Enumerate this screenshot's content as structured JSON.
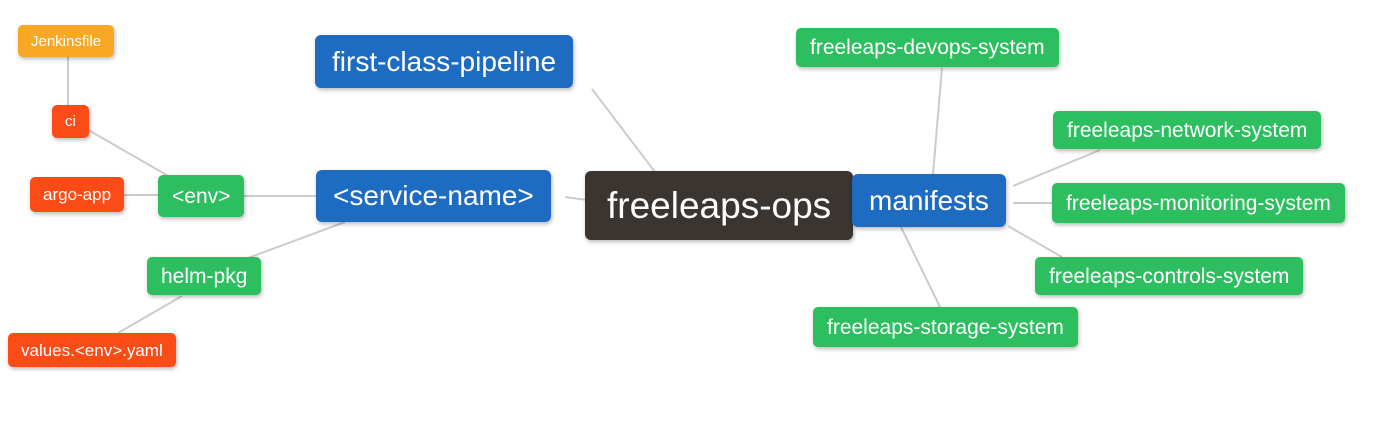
{
  "diagram": {
    "type": "mindmap",
    "root_label": "freeleaps-ops",
    "colors": {
      "branch_blue": "#1e6bc2",
      "leaf_green": "#2dbe60",
      "leaf_red": "#fb4b16",
      "leaf_orange": "#f9a826",
      "root_dark": "#3a3530",
      "edge_gray": "#cccccc",
      "text": "#ffffff",
      "background": "#ffffff"
    }
  },
  "nodes": [
    {
      "id": "jenkinsfile",
      "label": "Jenkinsfile",
      "color": "#f9a826",
      "parent": "ci"
    },
    {
      "id": "ci",
      "label": "ci",
      "color": "#fb4b16",
      "parent": "env"
    },
    {
      "id": "argo-app",
      "label": "argo-app",
      "color": "#fb4b16",
      "parent": "env"
    },
    {
      "id": "env",
      "label": "<env>",
      "color": "#2dbe60",
      "parent": "service-name"
    },
    {
      "id": "helm-pkg",
      "label": "helm-pkg",
      "color": "#2dbe60",
      "parent": "service-name"
    },
    {
      "id": "values-env-yaml",
      "label": "values.<env>.yaml",
      "color": "#fb4b16",
      "parent": "helm-pkg"
    },
    {
      "id": "first-class-pipeline",
      "label": "first-class-pipeline",
      "color": "#1e6bc2",
      "parent": "freeleaps-ops"
    },
    {
      "id": "service-name",
      "label": "<service-name>",
      "color": "#1e6bc2",
      "parent": "freeleaps-ops"
    },
    {
      "id": "freeleaps-ops",
      "label": "freeleaps-ops",
      "color": "#3a3530",
      "parent": null
    },
    {
      "id": "manifests",
      "label": "manifests",
      "color": "#1e6bc2",
      "parent": "freeleaps-ops"
    },
    {
      "id": "freeleaps-devops-system",
      "label": "freeleaps-devops-system",
      "color": "#2dbe60",
      "parent": "manifests"
    },
    {
      "id": "freeleaps-network-system",
      "label": "freeleaps-network-system",
      "color": "#2dbe60",
      "parent": "manifests"
    },
    {
      "id": "freeleaps-monitoring-system",
      "label": "freeleaps-monitoring-system",
      "color": "#2dbe60",
      "parent": "manifests"
    },
    {
      "id": "freeleaps-controls-system",
      "label": "freeleaps-controls-system",
      "color": "#2dbe60",
      "parent": "manifests"
    },
    {
      "id": "freeleaps-storage-system",
      "label": "freeleaps-storage-system",
      "color": "#2dbe60",
      "parent": "manifests"
    }
  ]
}
